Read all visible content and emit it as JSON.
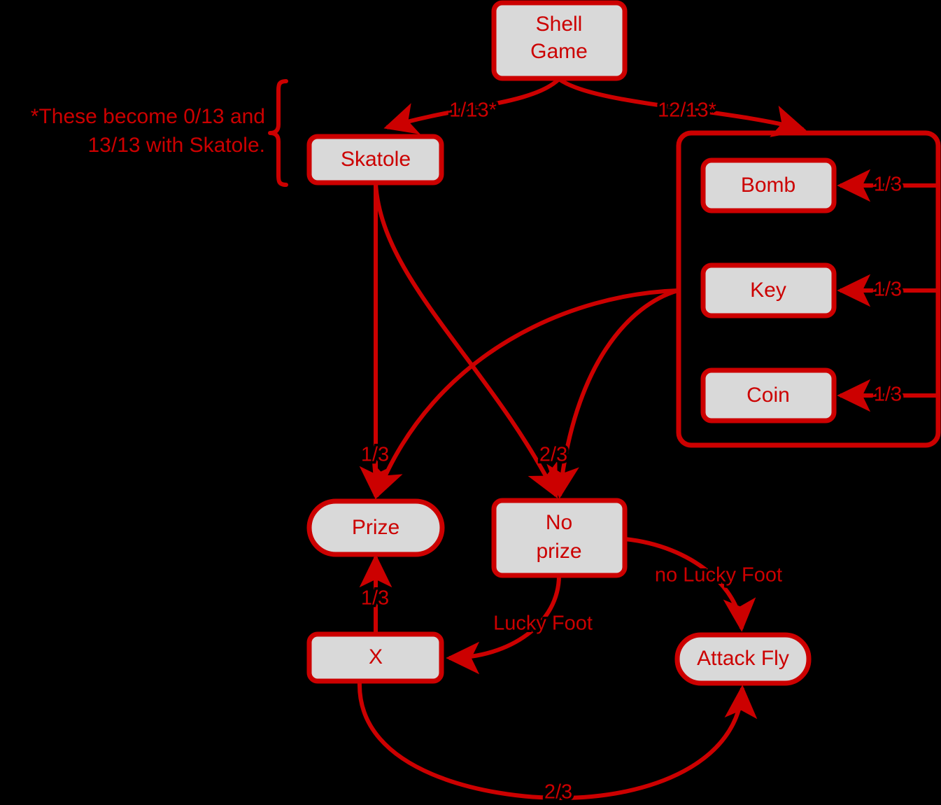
{
  "diagram": {
    "title": "Shell Game probability flowchart",
    "colors": {
      "background": "#000000",
      "node_fill": "#d9d9d9",
      "stroke": "#cc0000",
      "text": "#cc0000"
    },
    "note": {
      "line1": "*These become 0/13 and",
      "line2": "13/13 with Skatole."
    },
    "nodes": {
      "shell_game": {
        "label_line1": "Shell",
        "label_line2": "Game"
      },
      "skatole": {
        "label": "Skatole"
      },
      "bomb": {
        "label": "Bomb"
      },
      "key": {
        "label": "Key"
      },
      "coin": {
        "label": "Coin"
      },
      "prize": {
        "label": "Prize"
      },
      "no_prize": {
        "label_line1": "No",
        "label_line2": "prize"
      },
      "x": {
        "label": "X"
      },
      "attack_fly": {
        "label": "Attack Fly"
      }
    },
    "edge_labels": {
      "shell_to_skatole": "1/13*",
      "shell_to_container": "12/13*",
      "bomb_in": "1/3",
      "key_in": "1/3",
      "coin_in": "1/3",
      "skatole_to_prize": "1/3",
      "skatole_to_noprize": "2/3",
      "x_to_prize": "1/3",
      "x_to_attackfly": "2/3",
      "noprize_to_x": "Lucky Foot",
      "noprize_to_attackfly": "no Lucky Foot"
    }
  }
}
